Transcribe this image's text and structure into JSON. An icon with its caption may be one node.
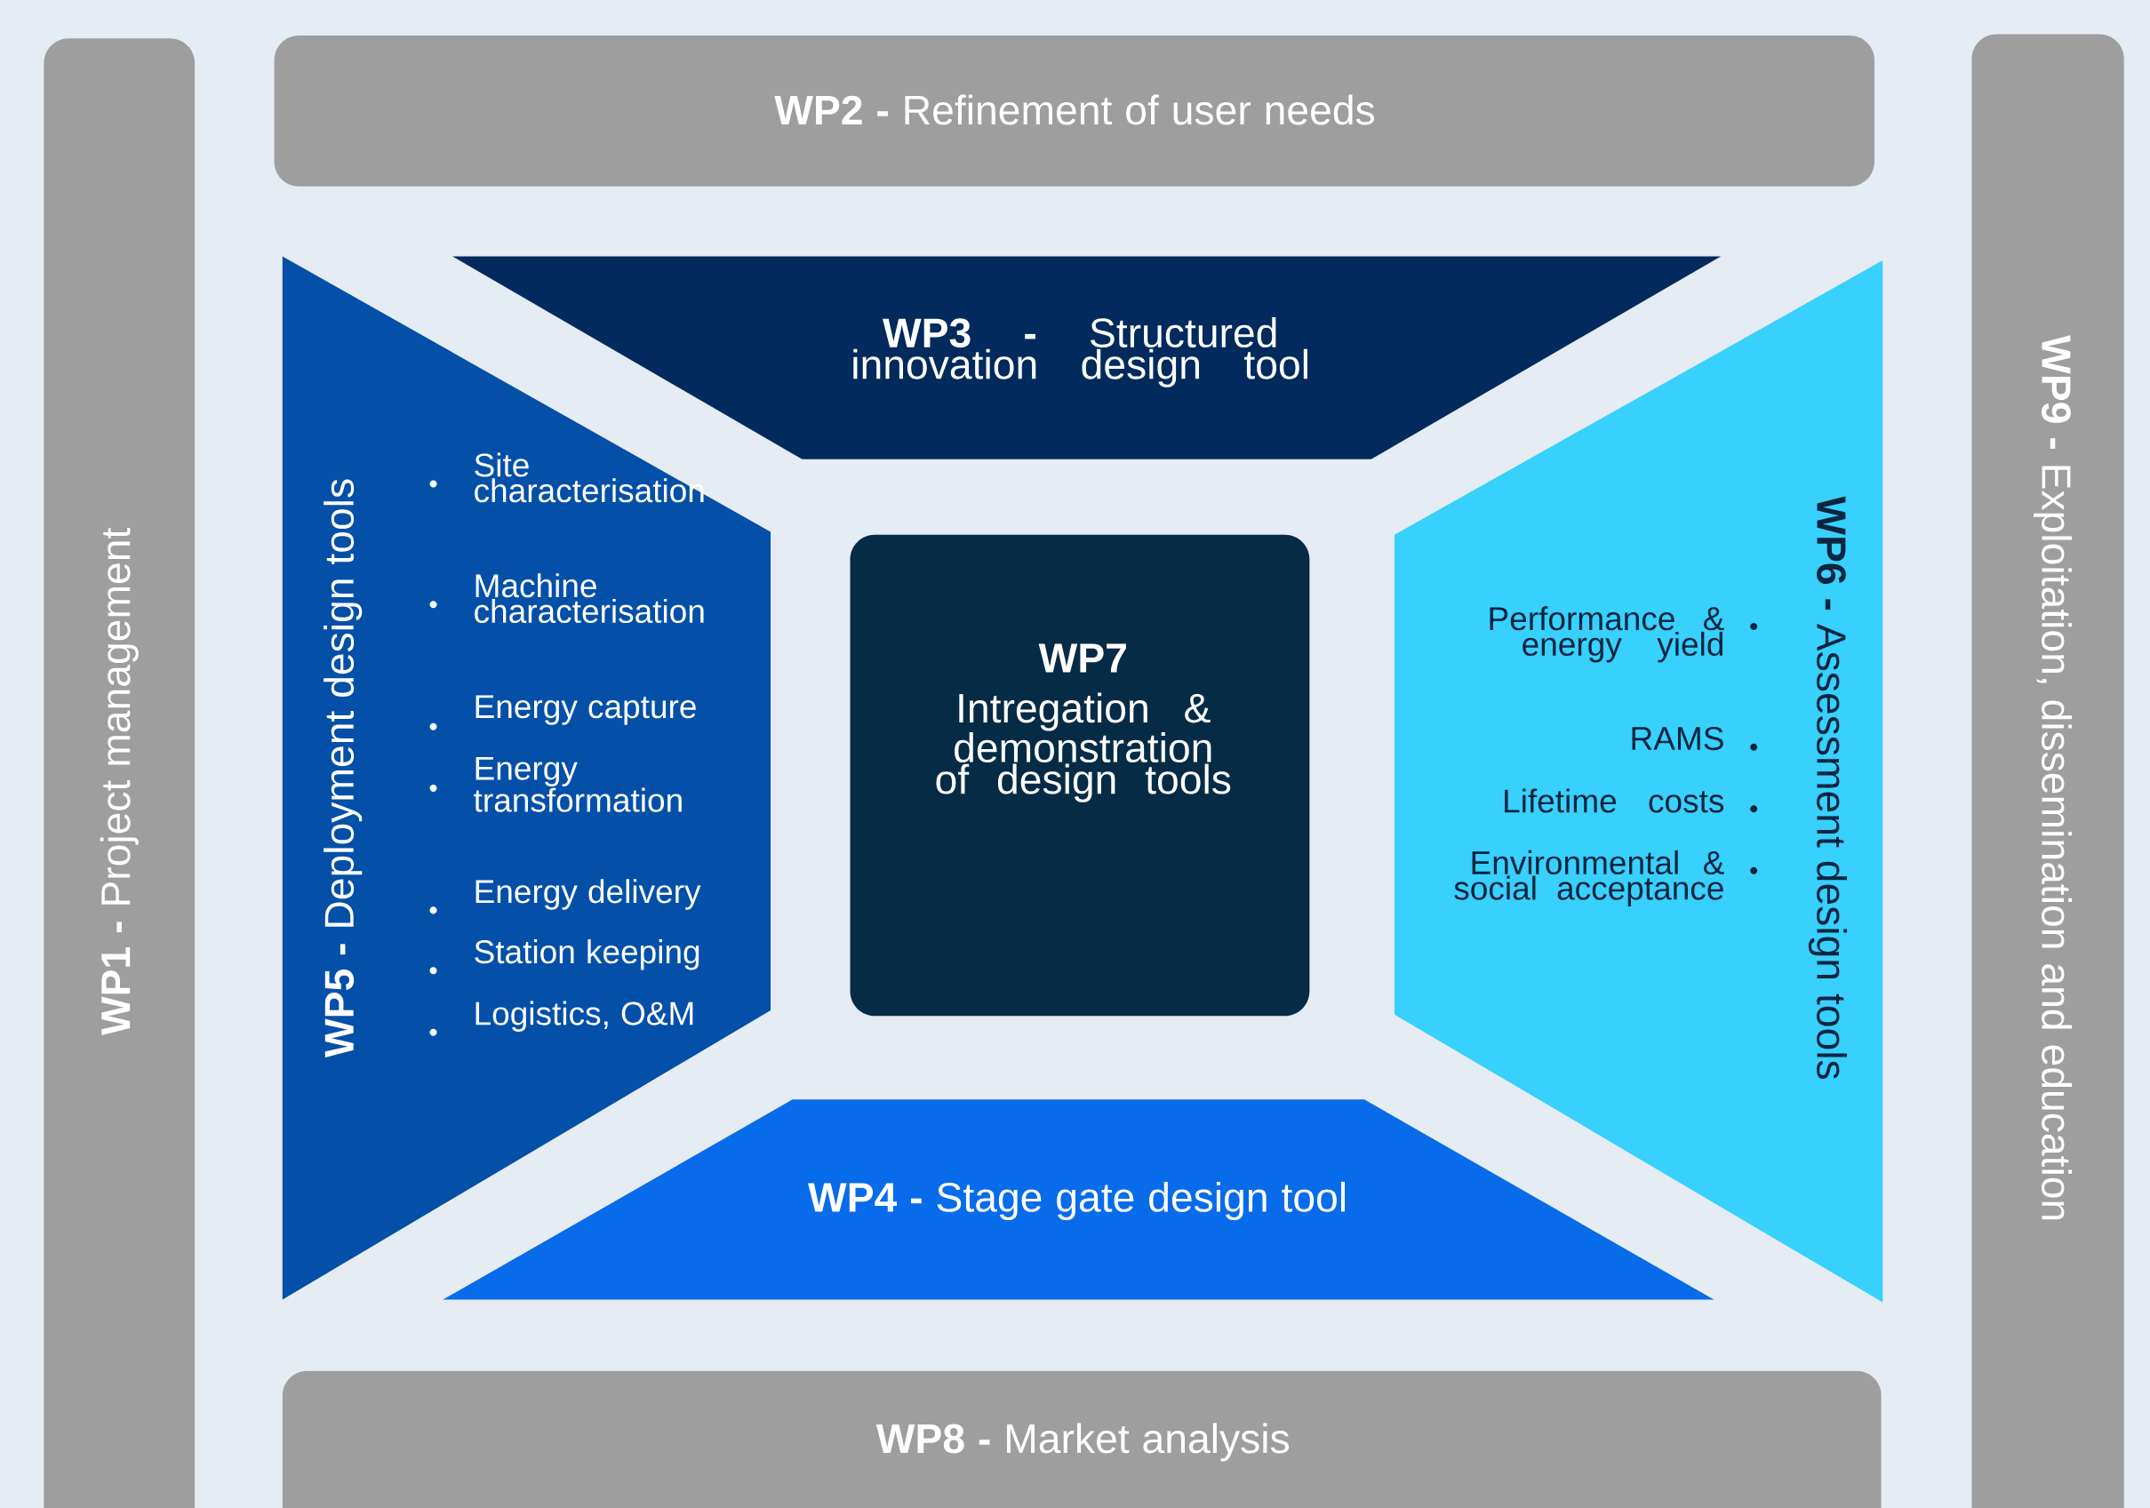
{
  "diagram": {
    "nodes": [
      {
        "text": [
          "**WP1 -** Project management"
        ]
      },
      {
        "text": [
          "**WP2 -** Refinement of user needs"
        ]
      },
      {
        "text": [
          "**WP3 -** Structured innovation design tool"
        ]
      },
      {
        "text": [
          "**WP4 -** Stage gate design tool"
        ]
      },
      {
        "text": [
          "**WP5 -** Deployment design tools",
          "Site characterisation",
          "Machine characterisation",
          "Energy capture",
          "Energy transformation",
          "Energy delivery",
          "Station keeping",
          "Logistics, O&M"
        ]
      },
      {
        "text": [
          "**WP6 -** Assessment design tools",
          "Performance & energy yield",
          "RAMS",
          "Lifetime costs",
          "Environmental & social acceptance"
        ]
      },
      {
        "text": [
          "WP7",
          "Intregation & demonstration of design tools"
        ]
      },
      {
        "text": [
          "**WP8 -** Market analysis"
        ]
      },
      {
        "text": [
          "**WP9 -** Exploitation, dissemination and education"
        ]
      }
    ],
    "edges": []
  }
}
